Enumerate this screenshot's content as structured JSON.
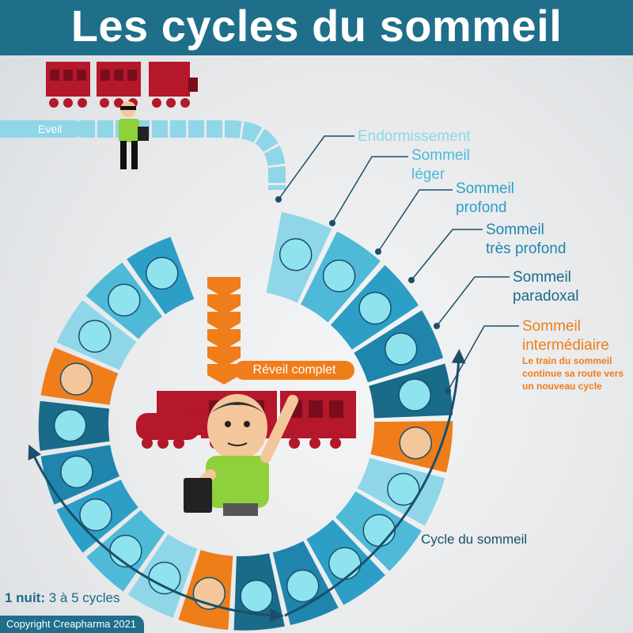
{
  "title": "Les cycles du sommeil",
  "stages": {
    "s1": "Endormissement",
    "s2a": "Sommeil",
    "s2b": "léger",
    "s3a": "Sommeil",
    "s3b": "profond",
    "s4a": "Sommeil",
    "s4b": "très profond",
    "s5a": "Sommeil",
    "s5b": "paradoxal",
    "s6a": "Sommeil",
    "s6b": "intermédiaire"
  },
  "note": "Le train du sommeil continue sa route vers un nouveau cycle",
  "eveil": "Eveil",
  "reveil_complet": "Réveil complet",
  "cycle_label": "Cycle du sommeil",
  "nuit": {
    "bold": "1 nuit:",
    "text": "3 à 5 cycles"
  },
  "copyright": "Copyright Creapharma 2021",
  "colors": {
    "title_bg": "#1f6e8a",
    "endormissement": "#8fd6e8",
    "leger": "#4fb9d8",
    "profond": "#2d9fc7",
    "tres_profond": "#1f85ad",
    "paradoxal": "#1a6a8a",
    "intermediaire": "#ef7d1a"
  }
}
